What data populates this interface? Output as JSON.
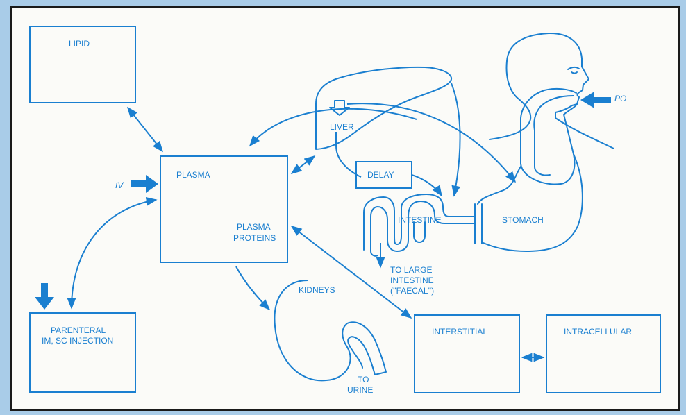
{
  "colors": {
    "ink": "#1a7fd0",
    "paper": "#fbfbf8",
    "border": "#1a1a1a",
    "background": "#a9cce8"
  },
  "labels": {
    "lipid": "LIPID",
    "plasma": "PLASMA",
    "plasma_proteins_1": "PLASMA",
    "plasma_proteins_2": "PROTEINS",
    "iv": "IV",
    "po": "PO",
    "liver": "LIVER",
    "delay": "DELAY",
    "intestine": "INTESTINE",
    "stomach": "STOMACH",
    "to_large_1": "TO LARGE",
    "to_large_2": "INTESTINE",
    "to_large_3": "(''FAECAL'')",
    "kidneys": "KIDNEYS",
    "to_urine_1": "TO",
    "to_urine_2": "URINE",
    "parenteral_1": "PARENTERAL",
    "parenteral_2": "IM, SC INJECTION",
    "interstitial": "INTERSTITIAL",
    "intracellular": "INTRACELLULAR"
  }
}
